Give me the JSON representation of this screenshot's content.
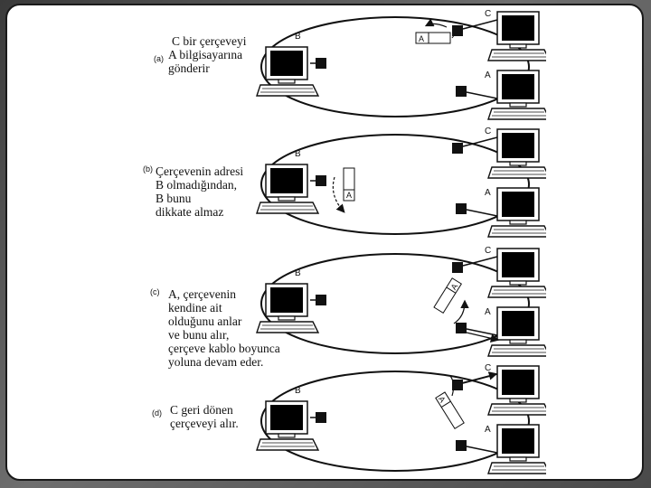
{
  "panels": [
    {
      "tag": "(a)",
      "caption": [
        "C bir çerçeveyi",
        "A bilgisayarına",
        "gönderir"
      ],
      "frame_label": "A"
    },
    {
      "tag": "(b)",
      "caption": [
        "Çerçevenin adresi",
        "B olmadığından,",
        "B bunu",
        "dikkate almaz"
      ],
      "frame_label": "A"
    },
    {
      "tag": "(c)",
      "caption": [
        "A, çerçevenin",
        "kendine ait",
        "olduğunu anlar",
        "ve bunu alır,",
        "çerçeve kablo boyunca",
        "yoluna devam eder."
      ],
      "frame_label": "A"
    },
    {
      "tag": "(d)",
      "caption": [
        "C geri dönen",
        "çerçeveyi alır."
      ],
      "frame_label": "A"
    }
  ],
  "computers": {
    "left": "B",
    "right_top": "C",
    "right_bottom": "A"
  },
  "colors": {
    "ink": "#111111",
    "screen": "#000000",
    "panel_bg": "#ffffff"
  }
}
